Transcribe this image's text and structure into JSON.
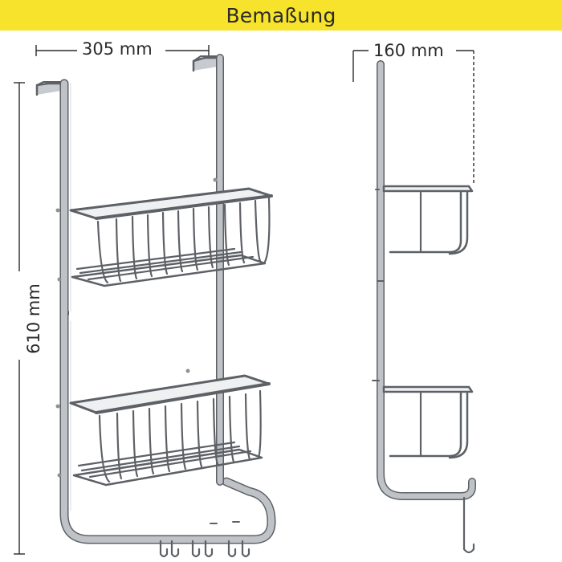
{
  "title": "Bemaßung",
  "dimensions": {
    "width": "305 mm",
    "depth": "160 mm",
    "height": "610 mm"
  },
  "colors": {
    "banner": "#f7e32b",
    "metal": "#b9bdc2",
    "metal_edge": "#5d6166",
    "text": "#2b2b2b"
  }
}
